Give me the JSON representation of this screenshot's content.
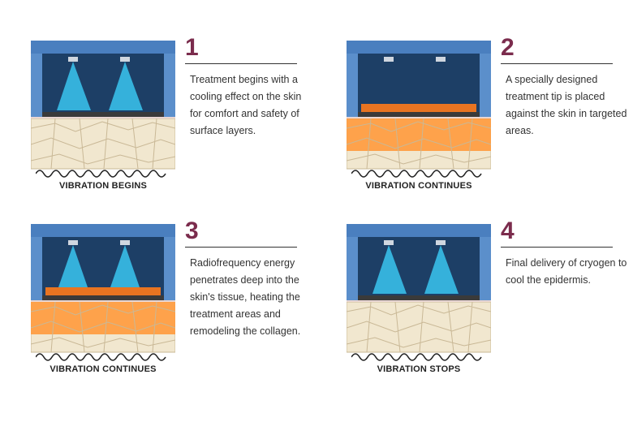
{
  "steps": [
    {
      "number": "1",
      "description": "Treatment begins with a cooling effect on the skin for comfort and safety of surface layers.",
      "vibration_label": "VIBRATION BEGINS",
      "state": "cooling"
    },
    {
      "number": "2",
      "description": "A specially designed treatment tip is placed against the skin in targeted areas.",
      "vibration_label": "VIBRATION CONTINUES",
      "state": "heating"
    },
    {
      "number": "3",
      "description": "Radiofrequency energy penetrates deep into the skin's tissue, heating the treatment areas and remodeling the collagen.",
      "vibration_label": "VIBRATION CONTINUES",
      "state": "cooling-and-heating"
    },
    {
      "number": "4",
      "description": "Final delivery of cryogen to cool the epidermis.",
      "vibration_label": "VIBRATION STOPS",
      "state": "cooling"
    }
  ],
  "colors": {
    "number": "#7b2c4d",
    "device_frame": "#4a7fbf",
    "spray": "#39c6f0",
    "heat": "#ff7a1a",
    "skin_tissue": "#f1e7cf"
  }
}
